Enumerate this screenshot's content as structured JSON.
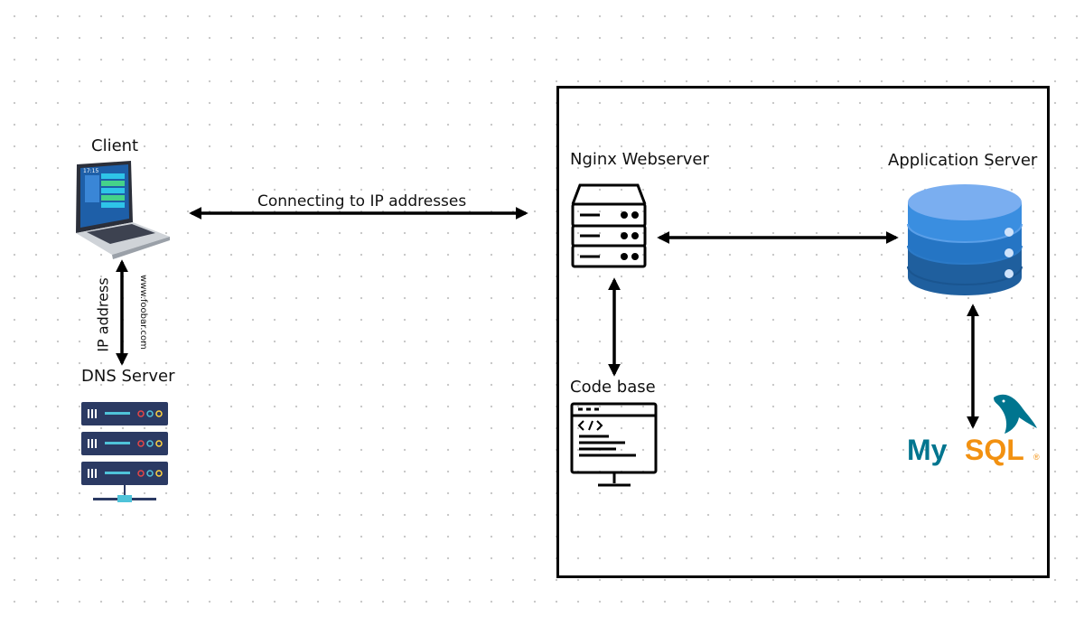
{
  "labels": {
    "client": "Client",
    "dns_server": "DNS Server",
    "connecting": "Connecting to IP addresses",
    "ip_address": "IP address",
    "domain": "www.foobar.com",
    "nginx": "Nginx Webserver",
    "app_server": "Application Server",
    "code_base": "Code base",
    "mysql_my": "My",
    "mysql_sql": "SQL",
    "mysql_reg": "®",
    "laptop_clock": "17:15"
  },
  "colors": {
    "stroke": "#000000",
    "dns_rack": "#2b3a63",
    "db_top": "#7aaef0",
    "db_mid": "#2f82d6",
    "db_bot": "#1f5f9e",
    "mysql_blue": "#00758f",
    "mysql_orange": "#f29111"
  },
  "icons": [
    "laptop-icon",
    "dns-server-icon",
    "server-rack-icon",
    "database-icon",
    "code-monitor-icon",
    "mysql-logo-icon"
  ]
}
